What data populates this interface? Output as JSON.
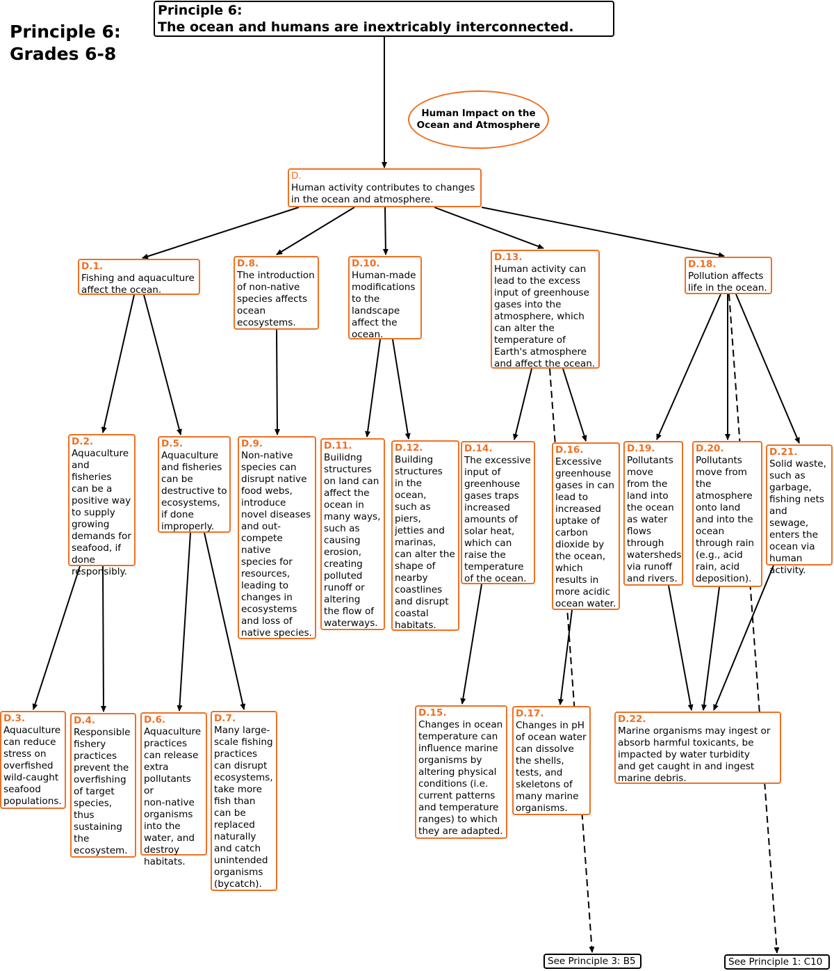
{
  "header": "Principle 6:\nGrades 6-8",
  "title": "Principle 6:\nThe ocean and humans are inextricably interconnected.",
  "theme": "Human Impact on the\nOcean and Atmosphere",
  "accent_color": "#ee7023",
  "nodes": {
    "D": {
      "id": "D.",
      "text": "Human activity contributes to changes\nin the ocean and atmosphere."
    },
    "D1": {
      "id": "D.1.",
      "text": "Fishing and aquaculture\naffect the ocean."
    },
    "D2": {
      "id": "D.2.",
      "text": "Aquaculture\nand fisheries\ncan be a\npositive way\nto supply\ngrowing\ndemands for\nseafood, if\ndone\nresponsibly."
    },
    "D3": {
      "id": "D.3.",
      "text": "Aquaculture\ncan reduce\nstress on\noverfished\nwild-caught\nseafood\npopulations."
    },
    "D4": {
      "id": "D.4.",
      "text": "Responsible\nfishery\npractices\nprevent the\noverfishing\nof target\nspecies,\nthus\nsustaining\nthe\necosystem."
    },
    "D5": {
      "id": "D.5.",
      "text": "Aquaculture\nand fisheries\ncan be\ndestructive to\necosystems,\nif done\nimproperly."
    },
    "D6": {
      "id": "D.6.",
      "text": "Aquaculture\npractices\ncan release\nextra\npollutants or\nnon-native\norganisms\ninto the\nwater, and\ndestroy\nhabitats."
    },
    "D7": {
      "id": "D.7.",
      "text": "Many large-\nscale fishing\npractices\ncan disrupt\necosystems,\ntake more\nfish than\ncan be\nreplaced\nnaturally\nand catch\nunintended\norganisms\n(bycatch)."
    },
    "D8": {
      "id": "D.8.",
      "text": "The introduction\nof non-native\nspecies affects\nocean\necosystems."
    },
    "D9": {
      "id": "D.9.",
      "text": "Non-native\nspecies can\ndisrupt native\nfood webs,\nintroduce\nnovel diseases\nand out-\ncompete\nnative\nspecies for\nresources,\nleading to\nchanges in\necosystems\nand loss of\nnative species."
    },
    "D10": {
      "id": "D.10.",
      "text": "Human-made\nmodifications\nto the\nlandscape\naffect the\nocean."
    },
    "D11": {
      "id": "D.11.",
      "text": "Builidng\nstructures\non land can\naffect the\nocean in\nmany ways,\nsuch as\ncausing\nerosion,\ncreating\npolluted\nrunoff or\naltering\nthe flow of\nwaterways."
    },
    "D12": {
      "id": "D.12.",
      "text": "Building\nstructures\nin the\nocean,\nsuch as\npiers,\njetties and\nmarinas,\ncan alter the\nshape of\nnearby\ncoastlines\nand disrupt\ncoastal\nhabitats."
    },
    "D13": {
      "id": "D.13.",
      "text": "Human activity can\nlead to the excess\ninput of greenhouse\ngases into the\natmosphere, which\ncan alter the\ntemperature of\nEarth's atmosphere\nand affect the ocean."
    },
    "D14": {
      "id": "D.14.",
      "text": "The excessive\ninput of\ngreenhouse\ngases traps\nincreased\namounts of\nsolar heat,\nwhich can\nraise the\ntemperature\nof the ocean."
    },
    "D15": {
      "id": "D.15.",
      "text": "Changes in ocean\ntemperature can\ninfluence marine\norganisms by\naltering physical\nconditions (i.e.\ncurrent patterns\nand temperature\nranges) to which\nthey are adapted."
    },
    "D16": {
      "id": "D.16.",
      "text": "Excessive\ngreenhouse\ngases in can\nlead to\nincreased\nuptake of\ncarbon\ndioxide by\nthe ocean,\nwhich\nresults in\nmore acidic\nocean water."
    },
    "D17": {
      "id": "D.17.",
      "text": "Changes in pH\nof ocean water\ncan dissolve\nthe shells,\ntests, and\nskeletons of\nmany marine\norganisms."
    },
    "D18": {
      "id": "D.18.",
      "text": "Pollution affects\nlife in the ocean."
    },
    "D19": {
      "id": "D.19.",
      "text": "Pollutants\nmove\nfrom the\nland into\nthe ocean\nas water\nflows\nthrough\nwatersheds\nvia runoff\nand rivers."
    },
    "D20": {
      "id": "D.20.",
      "text": "Pollutants\nmove from\nthe\natmosphere\nonto land\nand into the\nocean\nthrough rain\n(e.g., acid\nrain, acid\ndeposition)."
    },
    "D21": {
      "id": "D.21.",
      "text": "Solid waste,\nsuch as\ngarbage,\nfishing nets\nand sewage,\nenters the\nocean via\nhuman\nactivity."
    },
    "D22": {
      "id": "D.22.",
      "text": "Marine organisms may ingest or\nabsorb harmful toxicants, be\nimpacted by water turbidity\nand get caught in and ingest\nmarine debris."
    }
  },
  "references": {
    "p3": "See Principle 3: B5",
    "p1": "See Principle 1: C10"
  }
}
